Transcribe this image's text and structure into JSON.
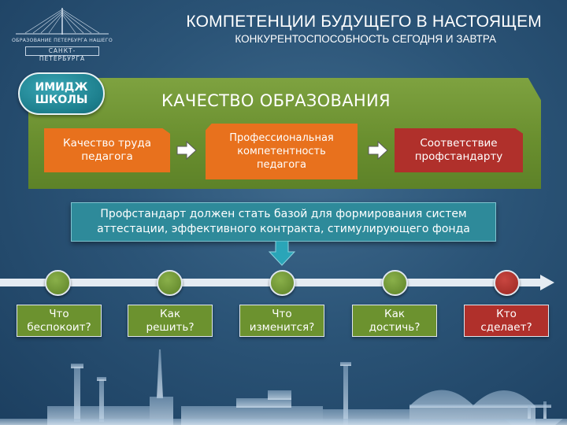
{
  "header": {
    "logo_line1": "ОБРАЗОВАНИЕ ПЕТЕРБУРГА НАШЕГО",
    "logo_line2": "САНКТ-ПЕТЕРБУРГА",
    "title": "КОМПЕТЕНЦИИ БУДУЩЕГО В НАСТОЯЩЕМ",
    "subtitle": "КОНКУРЕНТОСПОСОБНОСТЬ СЕГОДНЯ И ЗАВТРА"
  },
  "badge": {
    "line1": "ИМИДЖ",
    "line2": "ШКОЛЫ"
  },
  "quality": {
    "title": "КАЧЕСТВО ОБРАЗОВАНИЯ",
    "box1": {
      "line1": "Качество труда",
      "line2": "педагога"
    },
    "box2": {
      "line1": "Профессиональная",
      "line2": "компетентность",
      "line3": "педагога"
    },
    "box3": {
      "line1": "Соответствие",
      "line2": "профстандарту"
    }
  },
  "statement": {
    "line1": "Профстандарт должен стать базой для формирования систем",
    "line2": "аттестации, эффективного контракта, стимулирующего фонда"
  },
  "timeline": {
    "steps": [
      {
        "line1": "Что",
        "line2": "беспокоит?"
      },
      {
        "line1": "Как",
        "line2": "решить?"
      },
      {
        "line1": "Что",
        "line2": "изменится?"
      },
      {
        "line1": "Как",
        "line2": "достичь?"
      },
      {
        "line1": "Кто",
        "line2": "сделает?"
      }
    ]
  },
  "colors": {
    "background": "#2b5477",
    "green": "#6c922f",
    "orange": "#e8711d",
    "red": "#b0302b",
    "teal": "#2e8a9a"
  },
  "icons": {
    "arrow": "right-arrow-icon",
    "down_arrow": "down-arrow-icon",
    "logo": "bridge-logo-icon"
  }
}
